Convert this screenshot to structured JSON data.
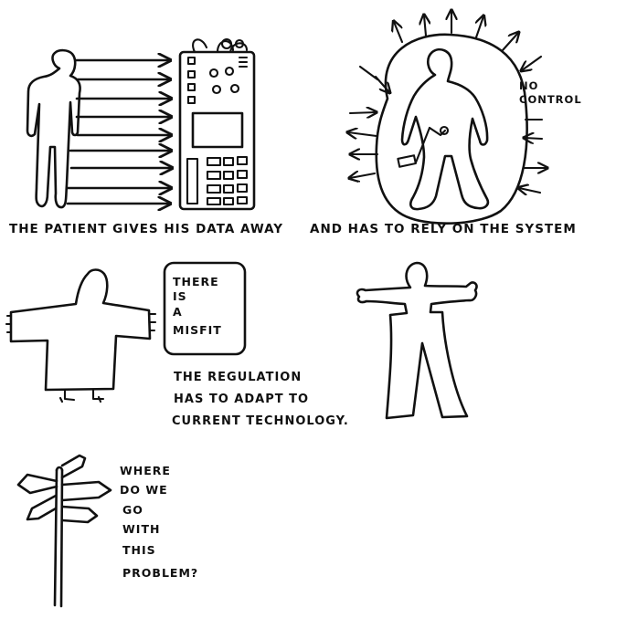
{
  "texts": {
    "row1_caption_left": "THE PATIENT GIVES HIS DATA AWAY",
    "row1_caption_right": "AND HAS TO RELY ON THE SYSTEM",
    "no_control_line1": "NO",
    "no_control_line2": "CONTROL",
    "misfit_box": [
      "THERE",
      "IS",
      "A",
      "MISFIT"
    ],
    "regulation_lines": [
      "THE REGULATION",
      "HAS TO ADAPT TO",
      "CURRENT TECHNOLOGY."
    ],
    "question_lines": [
      "WHERE",
      "DO WE",
      "GO",
      "WITH",
      "THIS",
      "PROBLEM?"
    ]
  },
  "colors": {
    "ink": "#111111",
    "paper": "#ffffff"
  },
  "icons": {
    "person": "person-outline-icon",
    "device": "data-device-icon",
    "bubble": "protective-bubble-icon",
    "signpost": "signpost-icon"
  }
}
